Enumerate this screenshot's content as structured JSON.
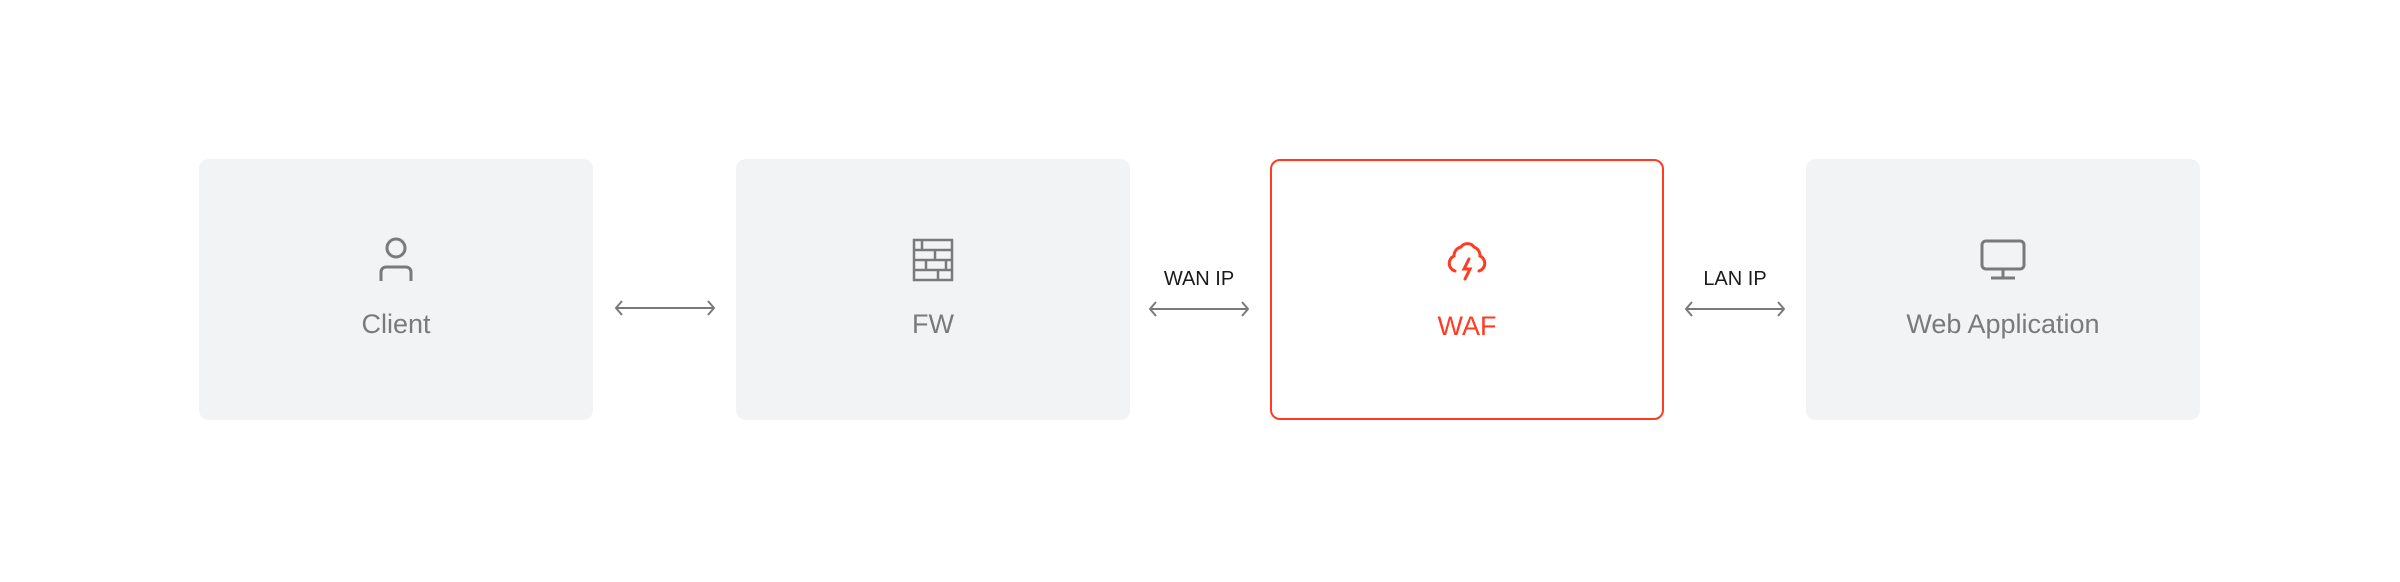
{
  "nodes": [
    {
      "label": "Client",
      "icon": "user-icon"
    },
    {
      "label": "FW",
      "icon": "firewall-icon"
    },
    {
      "label": "WAF",
      "icon": "cloud-lightning-icon",
      "highlighted": true
    },
    {
      "label": "Web Application",
      "icon": "monitor-icon"
    }
  ],
  "connections": [
    {
      "from": "Client",
      "to": "FW",
      "label": ""
    },
    {
      "from": "FW",
      "to": "WAF",
      "label": "WAN IP"
    },
    {
      "from": "WAF",
      "to": "Web Application",
      "label": "LAN IP"
    }
  ],
  "colors": {
    "accent": "#ff3b21",
    "node_bg": "#f2f3f5",
    "icon": "#7a7a7a"
  }
}
